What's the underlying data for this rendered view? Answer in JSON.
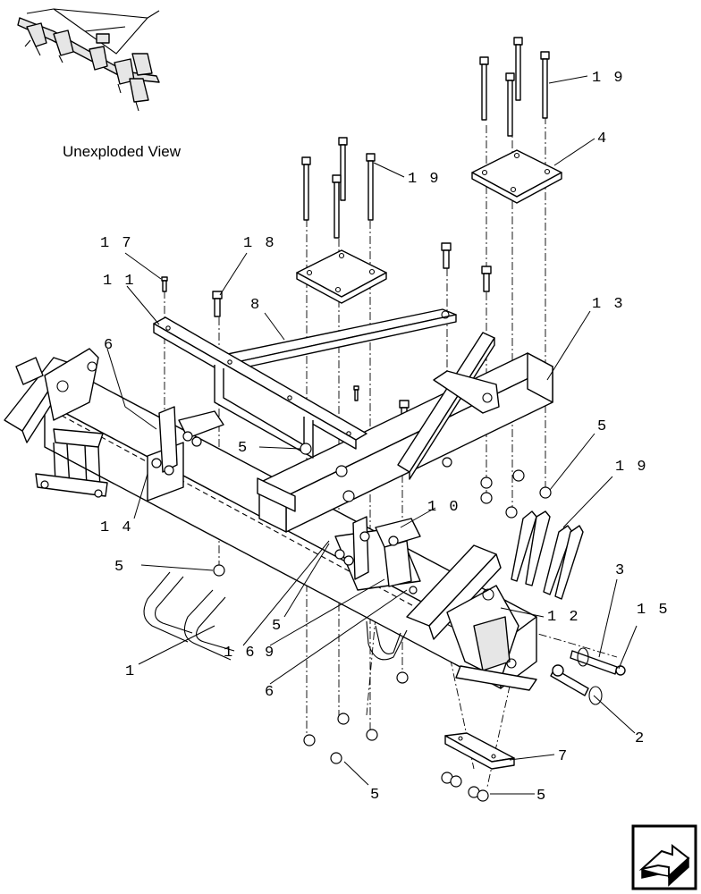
{
  "caption": "Unexploded View",
  "callouts": {
    "c19a": "1 9",
    "c4": "4",
    "c19b": "1 9",
    "c17": "1 7",
    "c18": "1 8",
    "c11": "1 1",
    "c8": "8",
    "c13": "1 3",
    "c6a": "6",
    "c5a": "5",
    "c5b": "5",
    "c19c": "1 9",
    "c14": "1 4",
    "c10": "1 0",
    "c5c": "5",
    "c3": "3",
    "c15": "1 5",
    "c12": "1 2",
    "c5d": "5",
    "c16": "1 6",
    "c9": "9",
    "c1": "1",
    "c6b": "6",
    "c2": "2",
    "c7": "7",
    "c5e": "5",
    "c5f": "5"
  },
  "icons": {
    "nav": "next-page-arrow-icon"
  }
}
